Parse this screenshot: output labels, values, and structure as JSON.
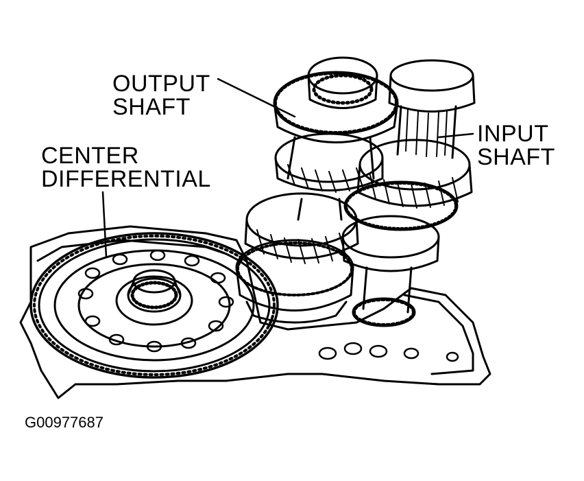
{
  "labels": {
    "output_shaft_line1": "OUTPUT",
    "output_shaft_line2": "SHAFT",
    "center_diff_line1": "CENTER",
    "center_diff_line2": "DIFFERENTIAL",
    "input_shaft_line1": "INPUT",
    "input_shaft_line2": "SHAFT"
  },
  "figure_id": "G00977687",
  "colors": {
    "ink": "#000000",
    "paper": "#ffffff"
  }
}
